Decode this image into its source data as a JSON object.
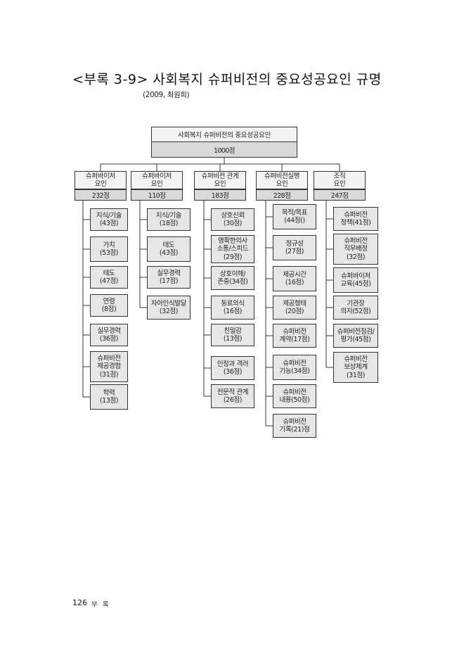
{
  "title": "<부록 3-9> 사회복지 슈퍼비전의 중요성공요인 규명",
  "subtitle": "(2009, 최원희)",
  "root": {
    "label": "사회복지 슈퍼비전의 중요성공요인",
    "value": "1000점"
  },
  "categories": [
    {
      "label_lines": [
        "슈퍼바이저",
        "요인"
      ],
      "value": "232점",
      "items": [
        {
          "lines": [
            "지식/기술",
            "(43점)"
          ]
        },
        {
          "lines": [
            "가치",
            "(53점)"
          ]
        },
        {
          "lines": [
            "태도",
            "(47점)"
          ]
        },
        {
          "lines": [
            "연령",
            "(8점)"
          ]
        },
        {
          "lines": [
            "실무경력",
            "(36점)"
          ]
        },
        {
          "lines": [
            "슈퍼비전",
            "제공경험",
            "(31점)"
          ]
        },
        {
          "lines": [
            "학력",
            "(13점)"
          ]
        }
      ]
    },
    {
      "label_lines": [
        "슈퍼바이저",
        "요인"
      ],
      "value": "110점",
      "items": [
        {
          "lines": [
            "지식/기술",
            "(18점)"
          ]
        },
        {
          "lines": [
            "태도",
            "(43점)"
          ]
        },
        {
          "lines": [
            "실무경력",
            "(17점)"
          ]
        },
        {
          "lines": [
            "자아인식발달",
            "(32점)"
          ]
        }
      ]
    },
    {
      "label_lines": [
        "슈퍼비전 관계",
        "요인"
      ],
      "value": "183점",
      "items": [
        {
          "lines": [
            "상호신뢰",
            "(30점)"
          ]
        },
        {
          "lines": [
            "명확한의사",
            "소통/스피드",
            "(29점)"
          ]
        },
        {
          "lines": [
            "상호이해/",
            "존중(34점)"
          ]
        },
        {
          "lines": [
            "동료의식",
            "(16점)"
          ]
        },
        {
          "lines": [
            "친밀감",
            "(13점)"
          ]
        },
        {
          "lines": [
            "인정과 격려",
            "(36점)"
          ]
        },
        {
          "lines": [
            "전문적 관계",
            "(26점)"
          ]
        }
      ]
    },
    {
      "label_lines": [
        "슈퍼비전실행",
        "요인"
      ],
      "value": "228점",
      "items": [
        {
          "lines": [
            "목적/목표",
            "(44점()"
          ]
        },
        {
          "lines": [
            "정규성",
            "(27점)"
          ]
        },
        {
          "lines": [
            "제공시간",
            "(16점)"
          ]
        },
        {
          "lines": [
            "제공형태",
            "(20점)"
          ]
        },
        {
          "lines": [
            "슈퍼비전",
            "계약(17점)"
          ]
        },
        {
          "lines": [
            "슈퍼비전",
            "기능(34점)"
          ]
        },
        {
          "lines": [
            "슈퍼비전",
            "내용(50점)"
          ]
        },
        {
          "lines": [
            "슈퍼비전",
            "기록(21)점"
          ]
        }
      ]
    },
    {
      "label_lines": [
        "조직",
        "요인"
      ],
      "value": "247점",
      "items": [
        {
          "lines": [
            "슈퍼비전",
            "정책(41점)"
          ]
        },
        {
          "lines": [
            "슈퍼비전",
            "직무배정",
            "(32점)"
          ]
        },
        {
          "lines": [
            "슈퍼바이저",
            "교육(45점)"
          ]
        },
        {
          "lines": [
            "기관장",
            "의지(52점)"
          ]
        },
        {
          "lines": [
            "슈퍼비전점검/",
            "평가(45점)"
          ]
        },
        {
          "lines": [
            "슈퍼비전",
            "보상체계",
            "(31점)"
          ]
        }
      ]
    }
  ],
  "footer": {
    "page_number": "126",
    "label": "부 록"
  }
}
